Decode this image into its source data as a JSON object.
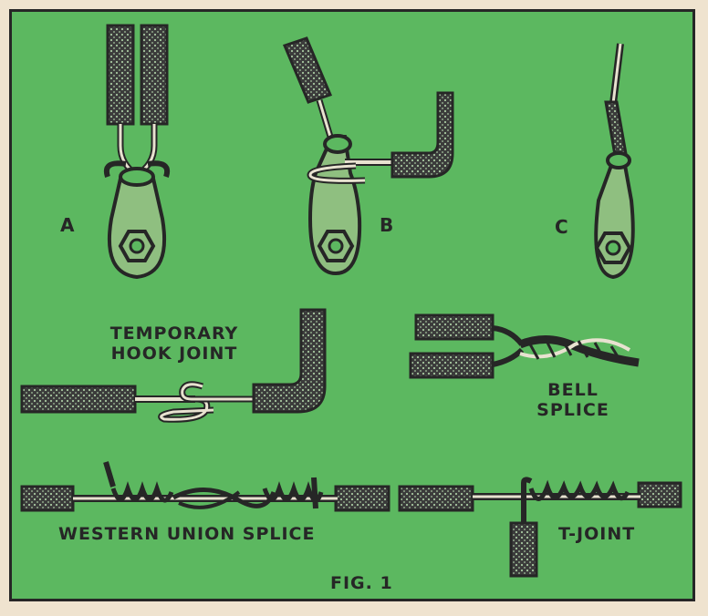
{
  "labels": {
    "a": "A",
    "b": "B",
    "c": "C",
    "hook_line1": "TEMPORARY",
    "hook_line2": "HOOK JOINT",
    "bell_line1": "BELL",
    "bell_line2": "SPLICE",
    "western_union": "WESTERN UNION SPLICE",
    "t_joint": "T-JOINT",
    "figure": "FIG. 1"
  },
  "colors": {
    "background": "#5cb860",
    "ink": "#262626",
    "wire": "#e8e2d0",
    "paper": "#efe3cf"
  }
}
